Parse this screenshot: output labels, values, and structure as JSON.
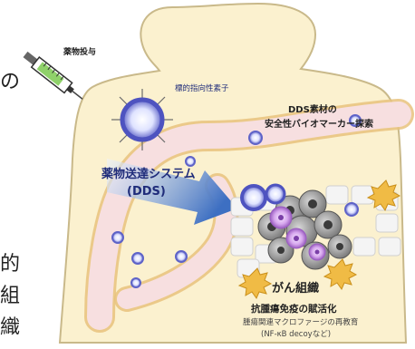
{
  "labels": {
    "drug_admin": "薬物投与",
    "targeting": "標的指向性素子",
    "dds_material_line1": "DDS素材の",
    "dds_material_line2": "安全性バイオマーカー探索",
    "dds_line1": "薬物送達システム",
    "dds_line2": "(DDS)",
    "cancer_tissue": "がん組織",
    "immune_title": "抗腫瘍免疫の賦活化",
    "immune_sub1": "腫瘍関連マクロファージの再教育",
    "immune_sub2": "(NF-κB decoyなど)"
  },
  "left_fragments": [
    "の",
    "的",
    "組",
    "織"
  ],
  "colors": {
    "body_fill": "#fbf1cf",
    "body_stroke": "#c9b98a",
    "vessel": "#f7dfe0",
    "vessel_wall": "#e8c27c",
    "nanoparticle_ring": "#5e63c8",
    "arrow": "#3d6fc2",
    "macrophage": "#f0bb45",
    "label_dark": "#222222",
    "label_blue": "#1f2c7a"
  }
}
